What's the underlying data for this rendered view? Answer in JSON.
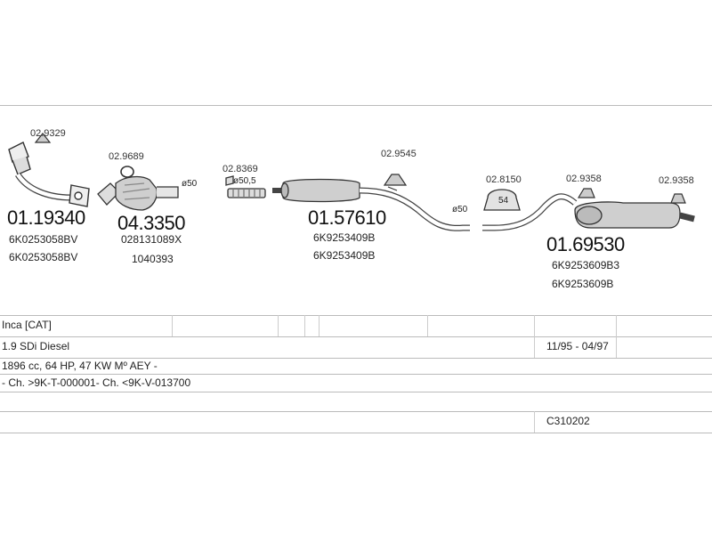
{
  "parts": {
    "p1": {
      "code": "02.9329",
      "number": "01.19340",
      "oem1": "6K0253058BV",
      "oem2": "6K0253058BV"
    },
    "p2": {
      "code": "02.9689",
      "number": "04.3350",
      "oem1": "028131089X",
      "oem2": "1040393",
      "diameter": "ø50"
    },
    "p3": {
      "code": "02.8369",
      "diameter": "ø50,5"
    },
    "p4": {
      "code": "02.9545",
      "number": "01.57610",
      "oem1": "6K9253409B",
      "oem2": "6K9253409B",
      "diameter": "ø50"
    },
    "p5": {
      "code": "02.8150",
      "badge": "54"
    },
    "p6": {
      "code": "02.9358",
      "code2": "02.9358",
      "number": "01.69530",
      "oem1": "6K9253609B3",
      "oem2": "6K9253609B"
    }
  },
  "table": {
    "model": "Inca  [CAT]",
    "engine": "1.9 SDi Diesel",
    "years": "11/95 - 04/97",
    "spec": "1896 cc, 64 HP, 47 KW Mº AEY -",
    "chassis": "- Ch. >9K-T-000001- Ch. <9K-V-013700",
    "catalog_code": "C310202"
  }
}
